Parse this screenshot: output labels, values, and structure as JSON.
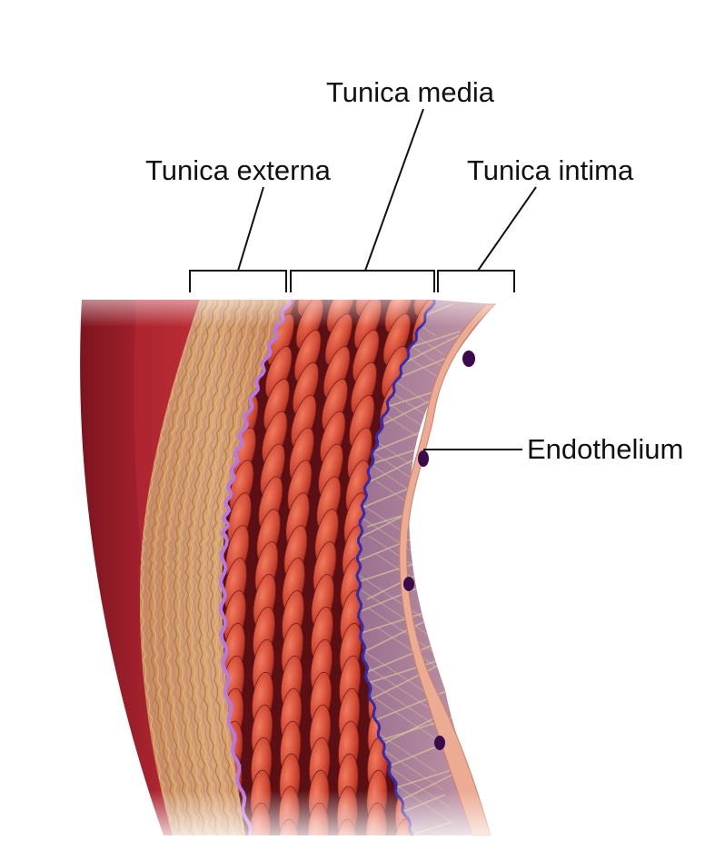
{
  "labels": {
    "tunica_media": "Tunica media",
    "tunica_externa": "Tunica externa",
    "tunica_intima": "Tunica intima",
    "endothelium": "Endothelium"
  },
  "colors": {
    "background": "#ffffff",
    "outer_red": "#9e1f2b",
    "externa_tan": "#c9905a",
    "externa_fiber": "#b87a45",
    "elastic_lamina_violet": "#b779e0",
    "media_dark": "#5a0f14",
    "smooth_muscle": "#d2503a",
    "intima_mauve": "#a97a92",
    "internal_lamina_blue": "#3a2aa8",
    "endothelium_pink": "#ecab93",
    "nucleus_purple": "#3b0a4a",
    "line": "#111111"
  }
}
